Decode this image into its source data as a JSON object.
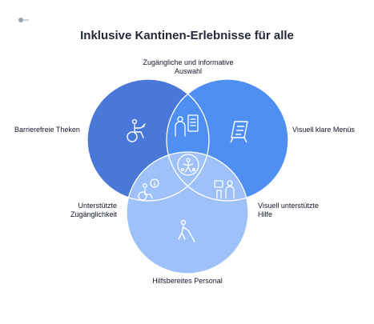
{
  "title": "Inklusive Kantinen-Erlebnisse für alle",
  "circles": [
    {
      "name": "Barrierefreie Theken",
      "label": "Barrierefreie Theken",
      "color": "#4A78D9",
      "icon": "wheelchair-icon"
    },
    {
      "name": "Visuell klare Menüs",
      "label": "Visuell klare Menüs",
      "color": "#4F8FF2",
      "icon": "menu-board-icon"
    },
    {
      "name": "Hilfsbereites Personal",
      "label": "Hilfsbereites Personal",
      "color": "#9EC1FA",
      "icon": "blind-person-icon"
    }
  ],
  "intersections": {
    "top": {
      "label_line1": "Zugängliche und informative",
      "label_line2": "Auswahl",
      "icon": "person-board-icon"
    },
    "left": {
      "label_line1": "Unterstützte",
      "label_line2": "Zugänglichkeit",
      "icon": "wheelchair-info-icon"
    },
    "right": {
      "label_line1": "Visuell unterstützte",
      "label_line2": "Hilfe",
      "icon": "helper-icon"
    },
    "center": {
      "icon": "inclusion-icon"
    }
  }
}
